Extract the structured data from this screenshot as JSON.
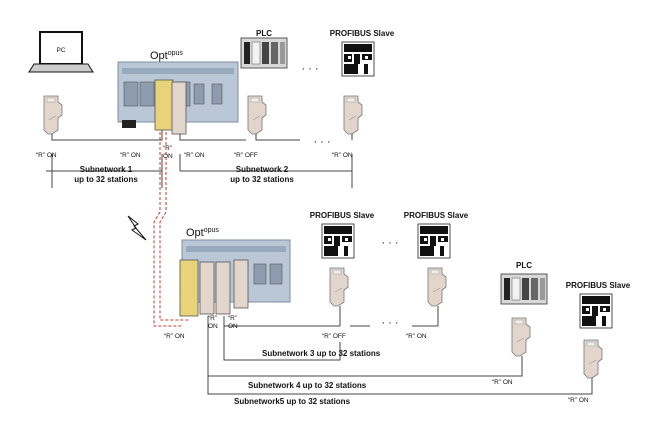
{
  "nodes": {
    "pc": "PC",
    "plc_top": "PLC",
    "profibus_slave_top": "PROFIBUS Slave",
    "profibus_slave_a": "PROFIBUS Slave",
    "profibus_slave_b": "PROFIBUS Slave",
    "plc_bottom": "PLC",
    "profibus_slave_right": "PROFIBUS Slave",
    "device_top": {
      "base": "Opt",
      "sup": "opus"
    },
    "device_bottom": {
      "base": "Opt",
      "sup": "opus"
    }
  },
  "ellipsis": "· · ·",
  "terminators": {
    "r_on": "“R” ON",
    "r_off": "“R” OFF",
    "r_quote": "“R”",
    "on": "ON"
  },
  "subnetworks": {
    "s1_line1": "Subnetwork 1",
    "s1_line2": "up to 32 stations",
    "s2_line1": "Subnetwork 2",
    "s2_line2": "up to 32 stations",
    "s3": "Subnetwork 3 up to 32 stations",
    "s4": "Subnetwork 4 up to 32 stations",
    "s5": "Subnetwork5 up to 32 stations"
  },
  "colors": {
    "device_body": "#b9c7d6",
    "connector_beige": "#e2d6cc",
    "connector_yellow": "#e8d27a",
    "fiber_red": "#c0392b",
    "line": "#444444"
  }
}
